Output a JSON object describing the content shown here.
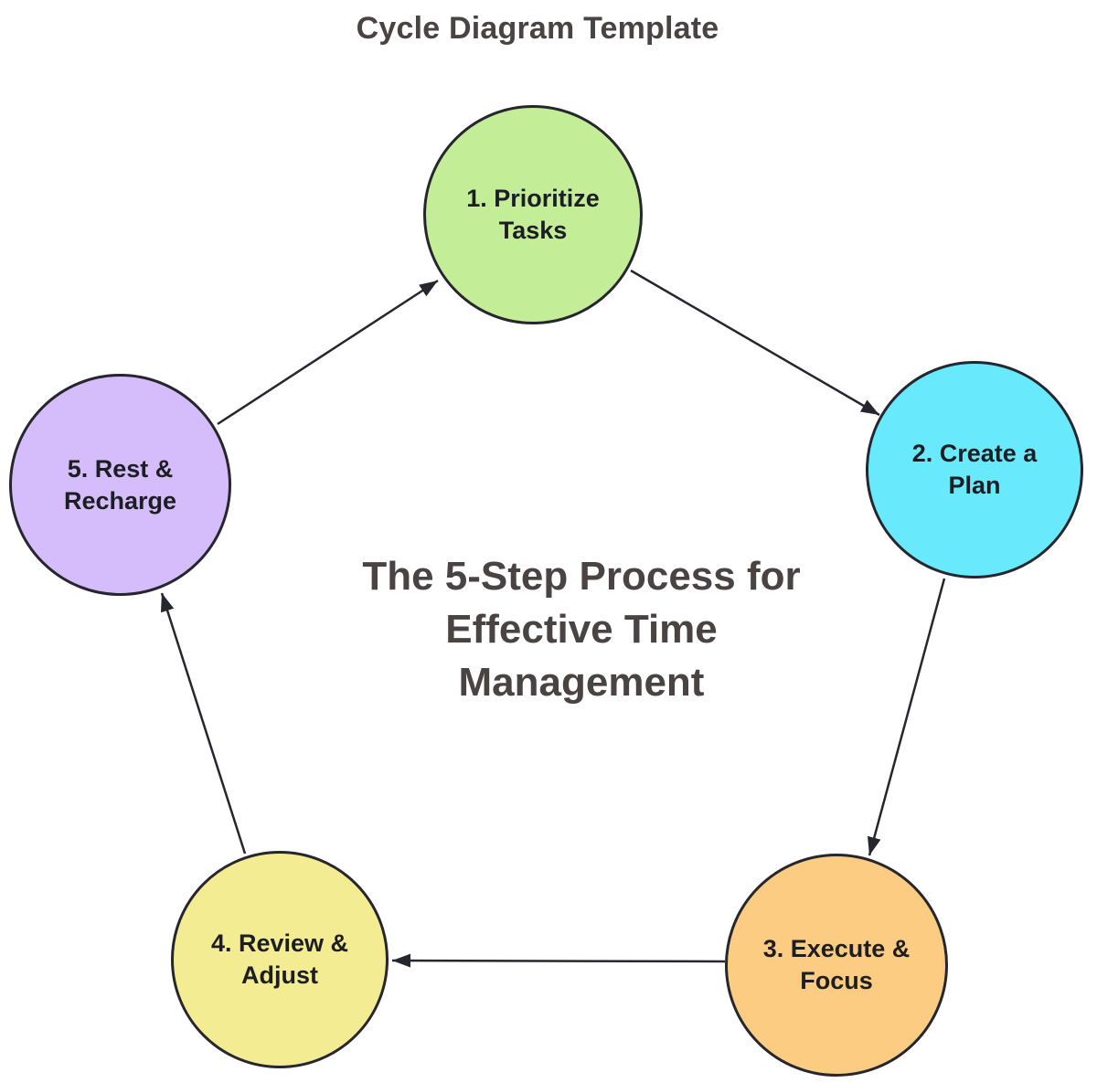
{
  "page": {
    "title": "Cycle Diagram Template"
  },
  "center_caption": {
    "lines": [
      "The 5-Step Process for",
      "Effective Time",
      "Management"
    ]
  },
  "steps": [
    {
      "name": "prioritize-tasks",
      "lines": [
        "1. Prioritize",
        "Tasks"
      ],
      "color": "#c3ed97"
    },
    {
      "name": "create-a-plan",
      "lines": [
        "2. Create a",
        "Plan"
      ],
      "color": "#69e9fc"
    },
    {
      "name": "execute-focus",
      "lines": [
        "3. Execute &",
        "Focus"
      ],
      "color": "#fbcc81"
    },
    {
      "name": "review-adjust",
      "lines": [
        "4. Review &",
        "Adjust"
      ],
      "color": "#f4ec92"
    },
    {
      "name": "rest-recharge",
      "lines": [
        "5. Rest &",
        "Recharge"
      ],
      "color": "#d4bdfa"
    }
  ],
  "colors": {
    "background": "#ffffff",
    "circle_border": "#26262e",
    "arrow": "#26262e",
    "heading_text": "#4a4344",
    "step_text": "#1d1e24"
  }
}
